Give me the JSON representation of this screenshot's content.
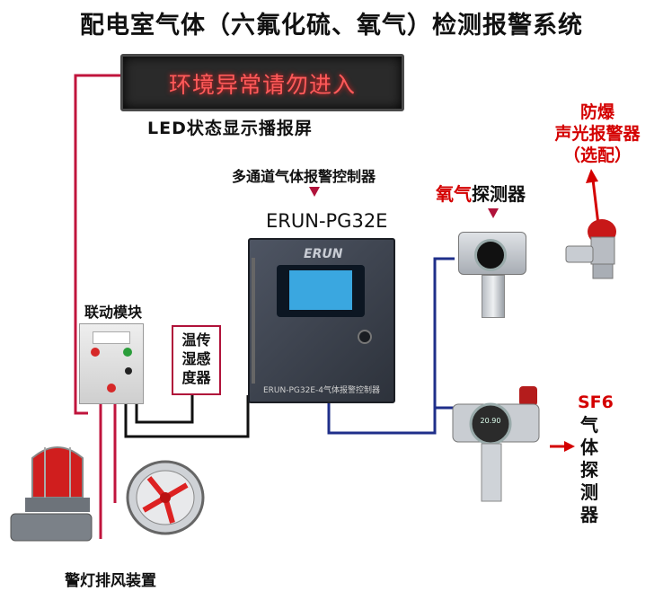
{
  "title": "配电室气体（六氟化硫、氧气）检测报警系统",
  "led": {
    "screen_text": "环境异常请勿进入",
    "caption": "LED状态显示播报屏"
  },
  "controller": {
    "caption": "多通道气体报警控制器",
    "model": "ERUN-PG32E",
    "logo": "ERUN",
    "front_label": "ERUN-PG32E-4气体报警控制器"
  },
  "linkage": {
    "label": "联动模块"
  },
  "temp_humidity": {
    "lines": [
      "温传",
      "湿感",
      "度器"
    ]
  },
  "o2_detector": {
    "label_highlight": "氧气",
    "label_rest": "探测器"
  },
  "alarm": {
    "caption_lines": [
      "防爆",
      "声光报警器",
      "（选配）"
    ]
  },
  "sf6_detector": {
    "label_highlight": "SF6",
    "label_rest": [
      "气",
      "体",
      "探",
      "测",
      "器"
    ],
    "display_value": "20.90"
  },
  "warning_devices": {
    "caption": "警灯排风装置"
  },
  "colors": {
    "red_wire": "#c0143c",
    "blue_wire": "#1f2f8a",
    "black_wire": "#111111",
    "accent_red": "#d40000"
  }
}
